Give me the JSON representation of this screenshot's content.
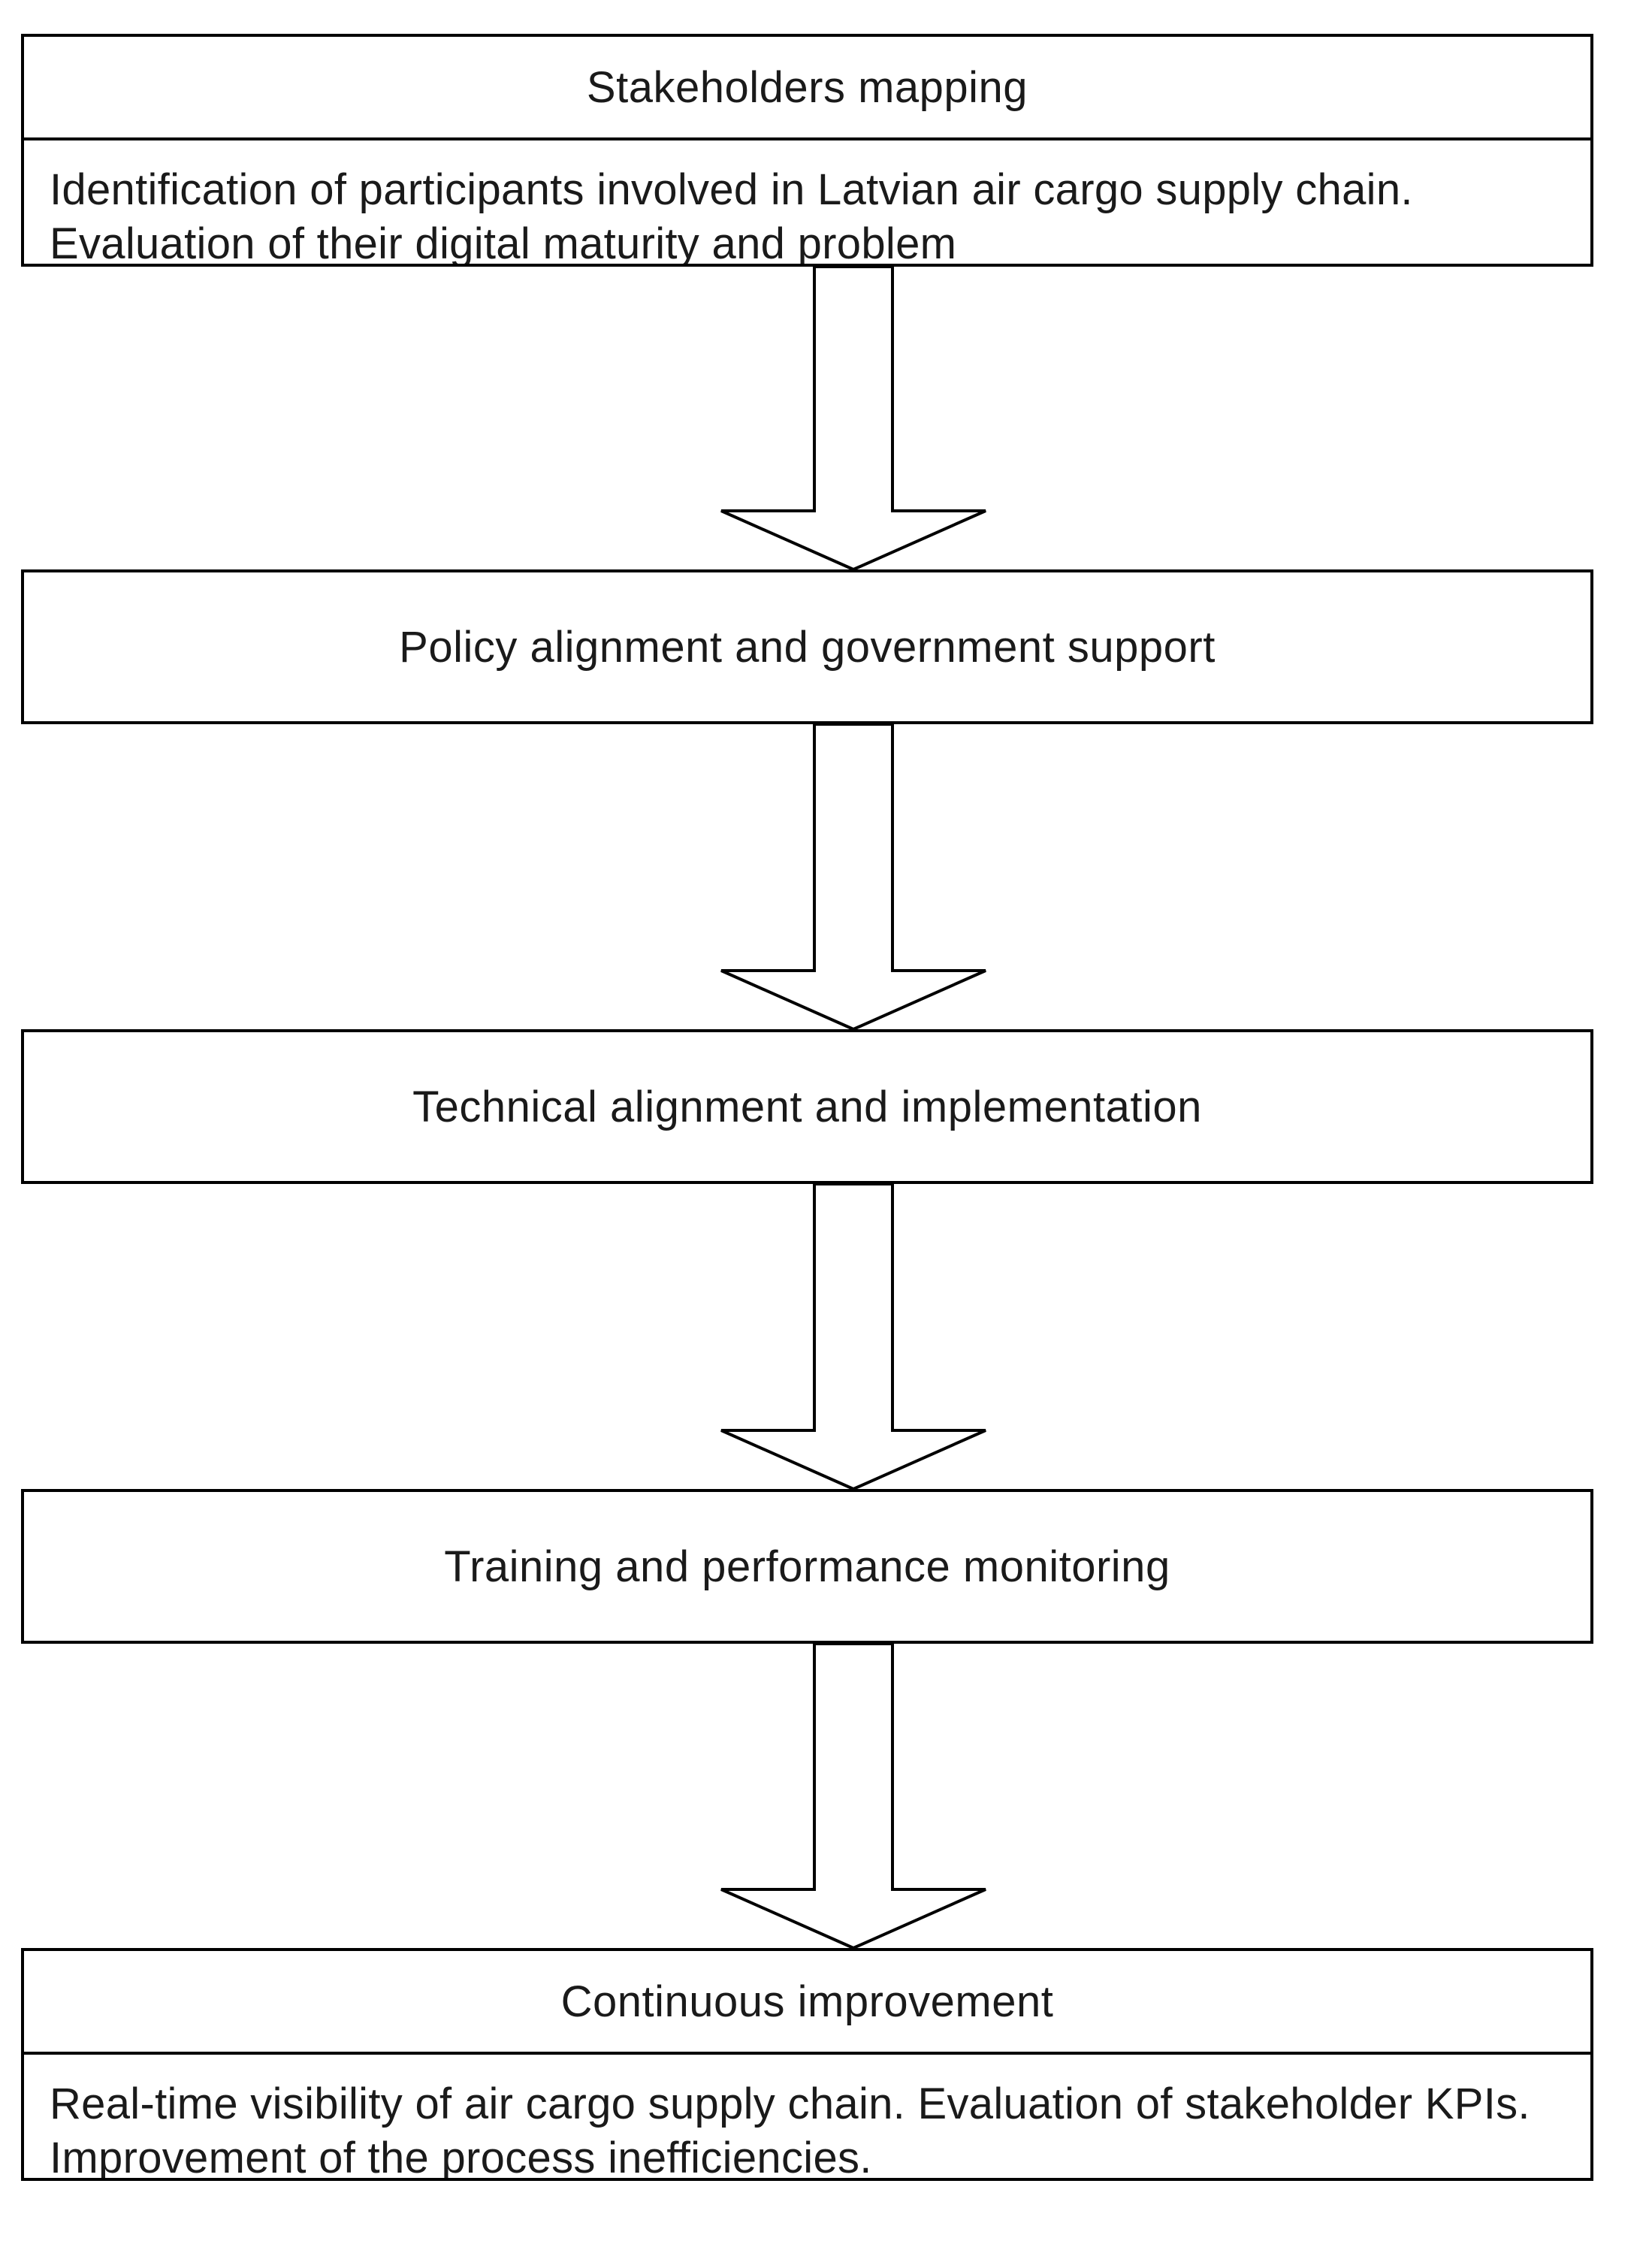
{
  "steps": [
    {
      "title": "Stakeholders mapping",
      "description": "Identification of participants involved in Latvian air cargo supply chain. Evaluation of their digital maturity and problem"
    },
    {
      "title": "Policy alignment and government support"
    },
    {
      "title": "Technical alignment and implementation"
    },
    {
      "title": "Training and performance monitoring"
    },
    {
      "title": "Continuous improvement",
      "description": "Real-time visibility of air cargo supply chain. Evaluation of stakeholder KPIs. Improvement of the process inefficiencies."
    }
  ],
  "colors": {
    "stroke": "#000000",
    "fill": "#ffffff",
    "text": "#1a1a1a"
  }
}
